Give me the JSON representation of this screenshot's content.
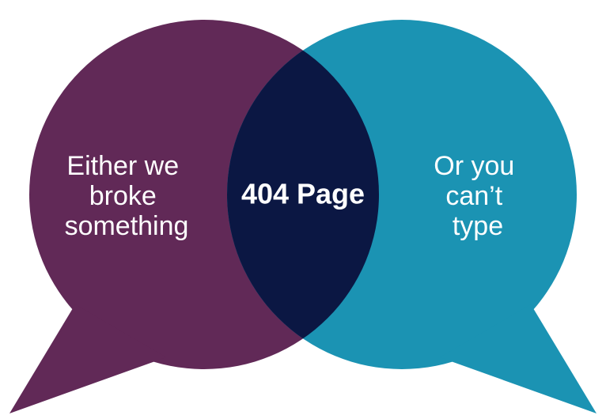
{
  "diagram": {
    "left_bubble": {
      "lines": [
        "Either we",
        "broke",
        "something"
      ],
      "color": "#612957"
    },
    "right_bubble": {
      "lines": [
        "Or you",
        "can’t",
        "type"
      ],
      "color": "#1b93b3"
    },
    "overlap": {
      "label": "404 Page",
      "color": "#0b1743"
    }
  }
}
